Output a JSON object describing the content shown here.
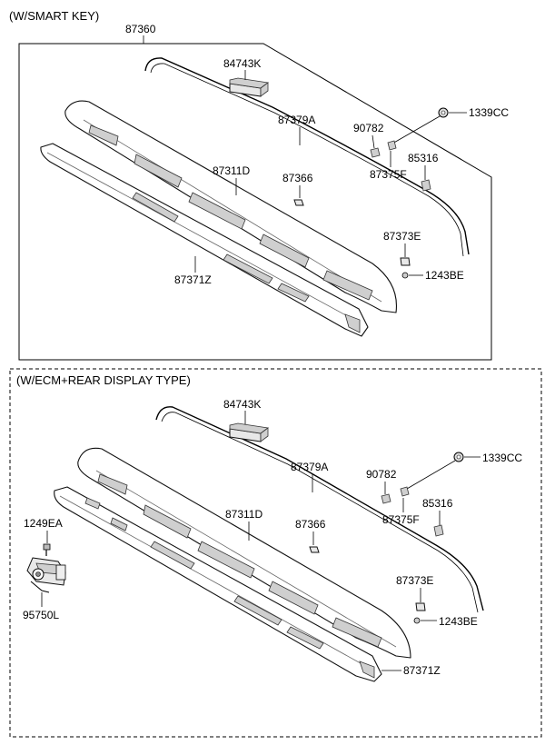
{
  "sections": [
    {
      "caption": "(W/SMART KEY)",
      "assembly": "87360",
      "labels": {
        "seal_block": "84743K",
        "weatherstrip": "87379A",
        "nut": "1339CC",
        "clip_a": "90782",
        "clip_b": "87375F",
        "fastener": "85316",
        "garnish": "87311D",
        "pad": "87366",
        "bracket": "87373E",
        "screw": "1243BE",
        "spoiler": "87371Z"
      }
    },
    {
      "caption": "(W/ECM+REAR DISPLAY TYPE)",
      "labels": {
        "seal_block": "84743K",
        "weatherstrip": "87379A",
        "nut": "1339CC",
        "clip_a": "90782",
        "clip_b": "87375F",
        "fastener": "85316",
        "garnish": "87311D",
        "pad": "87366",
        "bracket": "87373E",
        "screw": "1243BE",
        "spoiler": "87371Z",
        "cam_bolt": "1249EA",
        "camera": "95750L"
      }
    }
  ]
}
